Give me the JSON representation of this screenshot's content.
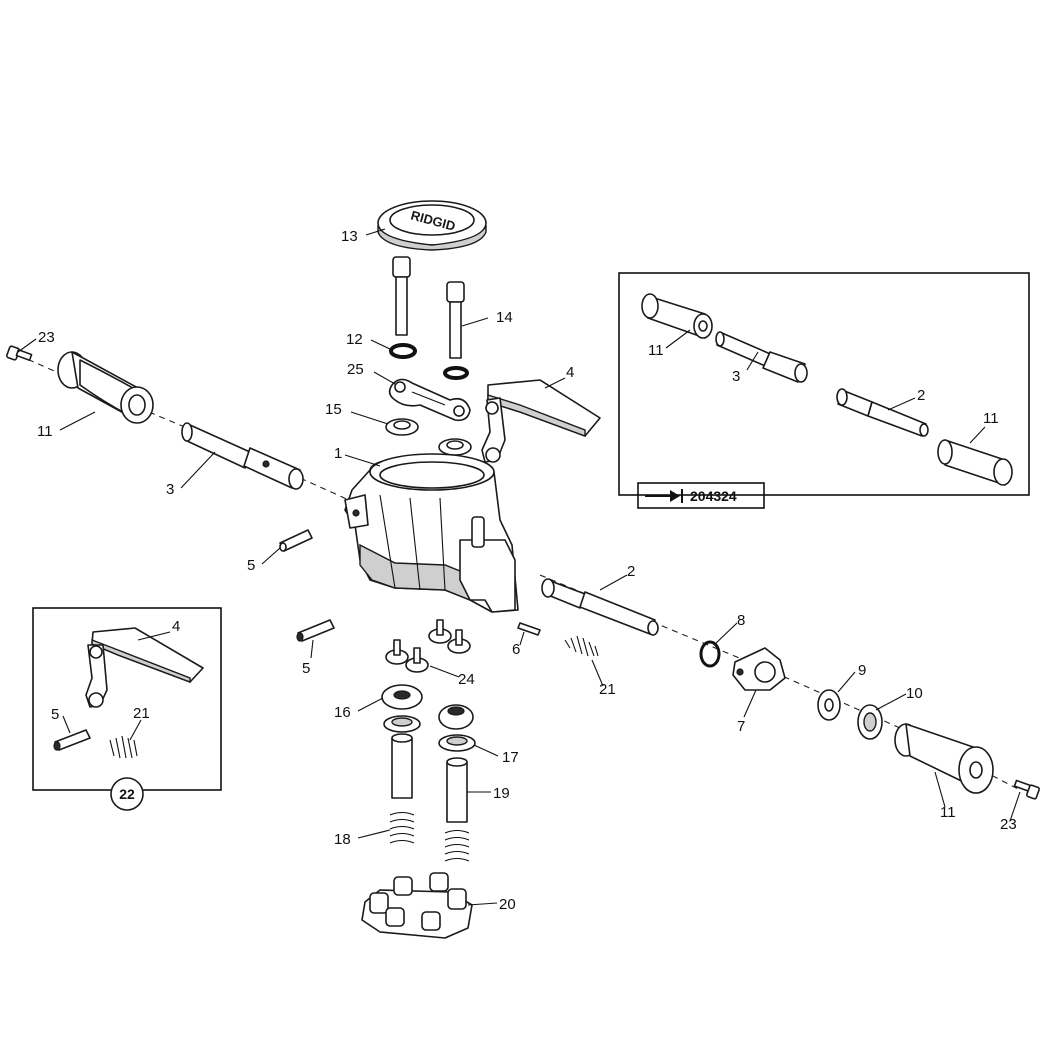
{
  "diagram": {
    "type": "exploded-parts-diagram",
    "callouts": {
      "c1": "1",
      "c2a": "2",
      "c2b": "2",
      "c3a": "3",
      "c3b": "3",
      "c4a": "4",
      "c4b": "4",
      "c5a": "5",
      "c5b": "5",
      "c5c": "5",
      "c6": "6",
      "c7": "7",
      "c8": "8",
      "c9": "9",
      "c10": "10",
      "c11a": "11",
      "c11b": "11",
      "c11c": "11",
      "c11d": "11",
      "c12": "12",
      "c13": "13",
      "c14": "14",
      "c15": "15",
      "c16": "16",
      "c17": "17",
      "c18": "18",
      "c19": "19",
      "c20": "20",
      "c21a": "21",
      "c21b": "21",
      "c22": "22",
      "c23a": "23",
      "c23b": "23",
      "c24": "24",
      "c25": "25"
    },
    "serial_tag": "204324",
    "cap_logo": "RIDGID"
  }
}
